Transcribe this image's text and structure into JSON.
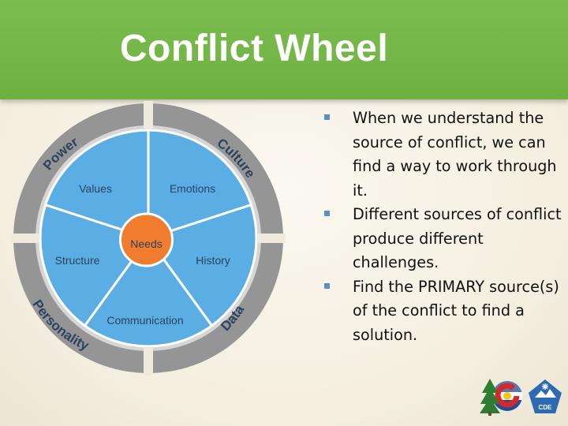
{
  "title": "Conflict Wheel",
  "wheel": {
    "center": "Needs",
    "segments": [
      "Values",
      "Emotions",
      "History",
      "Communication",
      "Structure"
    ],
    "rim": [
      "Power",
      "Culture",
      "Data",
      "Personality"
    ],
    "colors": {
      "wedge": "#5aaee3",
      "center": "#f07d2e",
      "rim": "#959595",
      "ring": "#d2d2d2",
      "label": "#2b4361"
    }
  },
  "bullets": [
    "When we understand the source of conflict, we can find a way to work through it.",
    "Different sources of conflict produce different challenges.",
    "Find the PRIMARY source(s) of the conflict to find a solution."
  ],
  "colors": {
    "title_bar": "#72b446",
    "bullet_marker": "#5b8dc6"
  },
  "logos": [
    "colorado-flag-logo",
    "cde-logo"
  ],
  "logo_text": "CDE"
}
